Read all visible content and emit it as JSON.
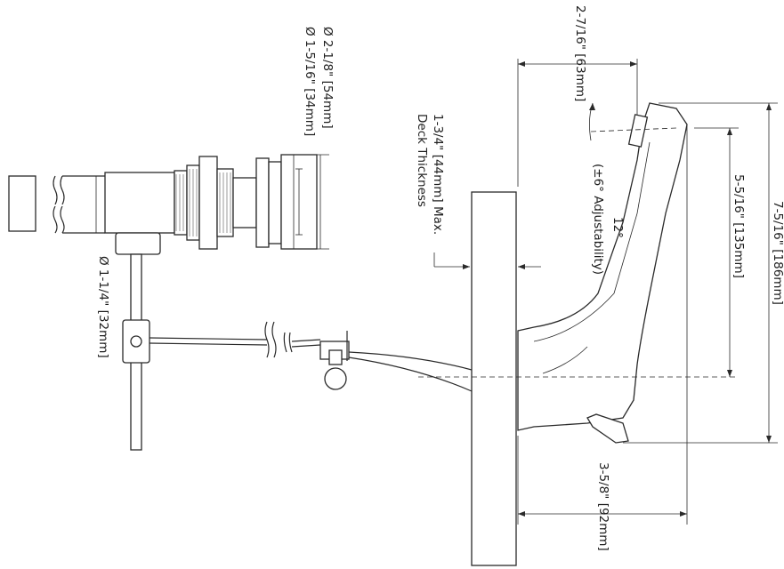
{
  "dimensions": {
    "drain_outer_dia": "Ø 2-1/8\" [54mm]",
    "drain_inner_dia": "Ø 1-5/16\" [34mm]",
    "tailpiece_dia": "Ø 1-1/4\" [32mm]",
    "deck_thickness_1": "1-3/4\" [44mm] Max.",
    "deck_thickness_2": "Deck Thickness",
    "spout_reach": "2-7/16\" [63mm]",
    "spout_angle": "12°",
    "spout_adjust": "(±6° Adjustability)",
    "outlet_height": "5-5/16\" [135mm]",
    "overall_height": "7-5/16\" [186mm]",
    "base_depth": "3-5/8\" [92mm]"
  }
}
